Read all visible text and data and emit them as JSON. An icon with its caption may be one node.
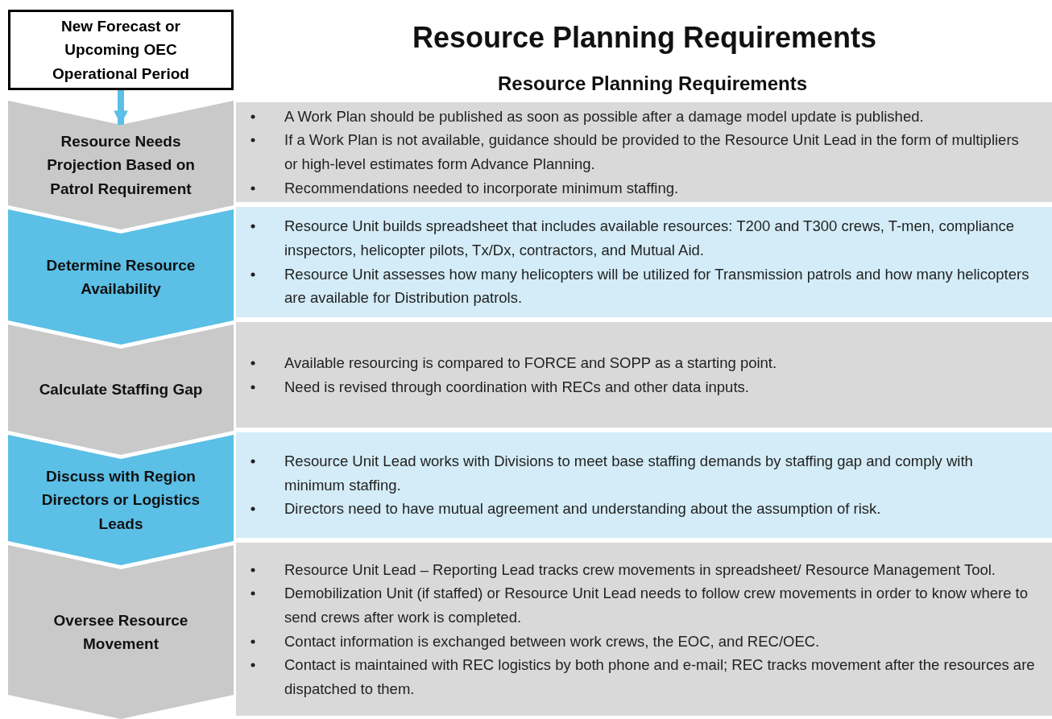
{
  "diagram": {
    "title": "Resource Planning Requirements",
    "nodes": [
      {
        "text": [
          "New Forecast or Upcoming OEC Operational Period"
        ]
      },
      {
        "text": [
          "Resource Needs Projection Based on Patrol Requirement"
        ]
      },
      {
        "text": [
          "A Work Plan should be published as soon as possible after a damage model update is published.",
          "If a Work Plan is not available, guidance should be provided to the Resource Unit Lead in the form of multipliers or high-level estimates form Advance Planning.",
          "Recommendations needed to incorporate minimum staffing."
        ]
      },
      {
        "text": [
          "Determine Resource Availability"
        ]
      },
      {
        "text": [
          "Resource Unit builds spreadsheet that includes available resources: T200 and T300 crews, T-men, compliance inspectors, helicopter pilots, Tx/Dx, contractors, and Mutual Aid.",
          "Resource Unit assesses how many helicopters will be utilized for Transmission patrols and how many helicopters are available for Distribution patrols."
        ]
      },
      {
        "text": [
          "Calculate Staffing Gap"
        ]
      },
      {
        "text": [
          "Available resourcing is compared to FORCE and SOPP as a starting point.",
          "Need is revised through coordination with RECs and other data inputs."
        ]
      },
      {
        "text": [
          "Discuss with Region Directors or Logistics Leads"
        ]
      },
      {
        "text": [
          "Resource Unit Lead works with Divisions to meet base staffing demands by staffing gap and comply with minimum staffing.",
          "Directors need to have mutual agreement and understanding about the assumption of risk."
        ]
      },
      {
        "text": [
          "Oversee Resource Movement"
        ]
      },
      {
        "text": [
          "Resource Unit Lead – Reporting Lead tracks crew movements in spreadsheet/ Resource Management Tool.",
          "Demobilization Unit (if staffed) or Resource Unit Lead needs to follow crew movements in order to know where to send crews after work is completed.",
          "Contact information is exchanged between work crews, the EOC, and REC/OEC.",
          "Contact is maintained with REC logistics by both phone and e-mail; REC tracks movement after the resources are dispatched to them."
        ]
      }
    ],
    "edges": [
      {
        "from": 0,
        "to": 1,
        "arrow": "to"
      }
    ],
    "labels": [
      "Resource Planning Requirements"
    ]
  }
}
